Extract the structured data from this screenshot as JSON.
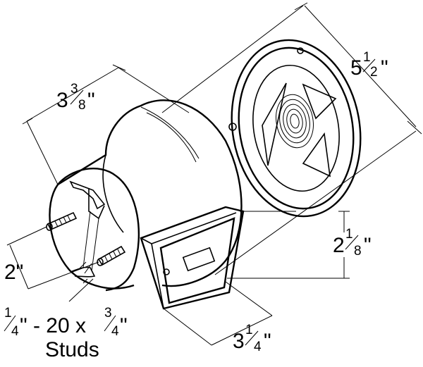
{
  "dimensions": {
    "lens_diameter": {
      "whole": "5",
      "num": "1",
      "den": "2",
      "unit": "\""
    },
    "housing_depth": {
      "whole": "3",
      "num": "3",
      "den": "8",
      "unit": "\""
    },
    "side_light_height": {
      "whole": "2",
      "num": "1",
      "den": "8",
      "unit": "\""
    },
    "side_light_width": {
      "whole": "3",
      "num": "1",
      "den": "4",
      "unit": "\""
    },
    "stud_spacing": {
      "text": "2\""
    }
  },
  "studs_callout": {
    "size_num": "1",
    "size_den": "4",
    "size_mid": "\" - 20 x ",
    "len_num": "3",
    "len_den": "4",
    "unit": "\"",
    "label": "Studs"
  }
}
